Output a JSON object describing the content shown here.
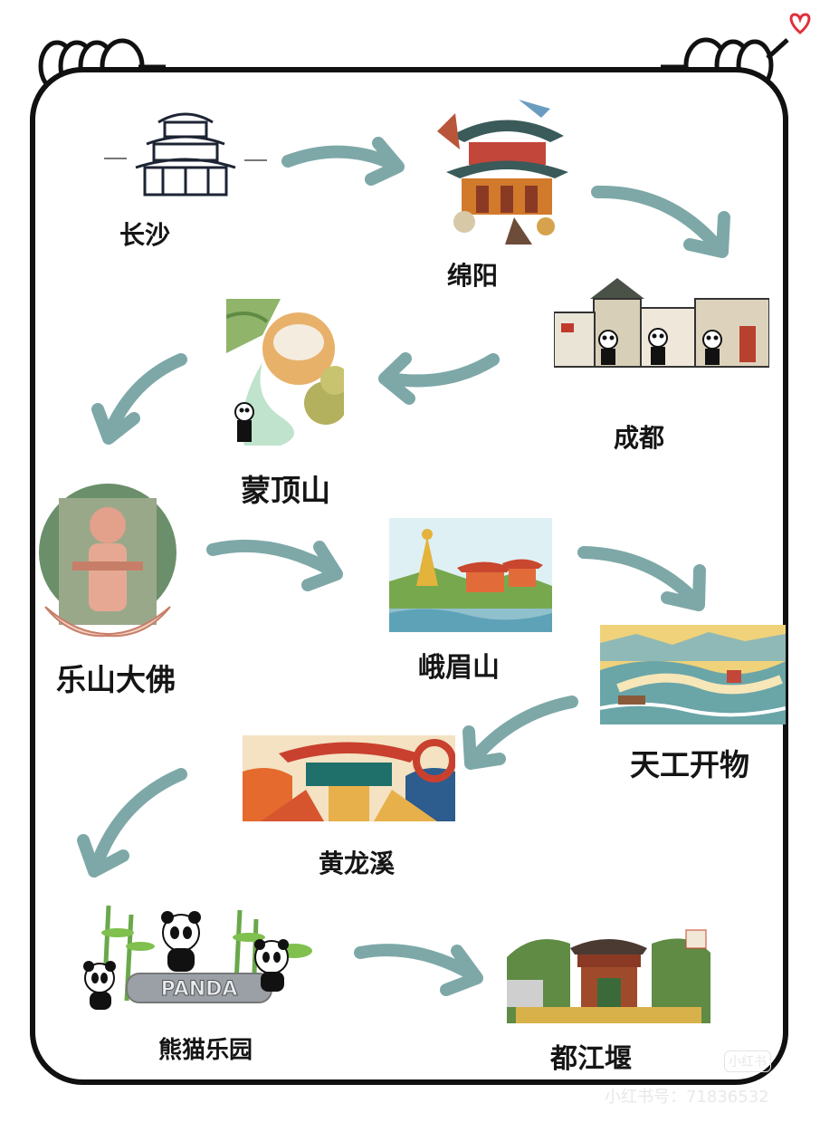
{
  "route": {
    "stops": [
      {
        "name": "长沙",
        "icon": "tower-icon"
      },
      {
        "name": "绵阳",
        "icon": "pavilion-icon"
      },
      {
        "name": "成都",
        "icon": "street-panda-icon"
      },
      {
        "name": "蒙顶山",
        "icon": "teapot-panda-icon"
      },
      {
        "name": "乐山大佛",
        "icon": "buddha-icon"
      },
      {
        "name": "峨眉山",
        "icon": "golden-summit-icon"
      },
      {
        "name": "天工开物",
        "icon": "landscape-scroll-icon"
      },
      {
        "name": "黄龙溪",
        "icon": "ancient-town-icon"
      },
      {
        "name": "熊猫乐园",
        "icon": "panda-park-icon"
      },
      {
        "name": "都江堰",
        "icon": "gate-icon"
      }
    ]
  },
  "illustration_text": {
    "panda_sign": "PANDA"
  },
  "watermark": {
    "logo": "小红书",
    "id_text": "小红书号：71836532"
  },
  "colors": {
    "arrow": "#7ea8a8",
    "frame": "#111111",
    "heart": "#e0303a"
  }
}
